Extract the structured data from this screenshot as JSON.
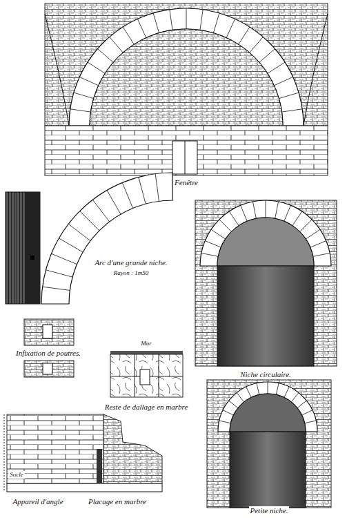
{
  "diagram": {
    "labels": [
      "Fenêtre",
      "Arc d'une grande niche.",
      "Rayon : 1m50",
      "Niche circulaire.",
      "Infixation de poutres.",
      "Mur",
      "Reste de dallage en marbre",
      "Appareil d'angle",
      "Placage en marbre",
      "Petite niche.",
      "Socle"
    ]
  }
}
